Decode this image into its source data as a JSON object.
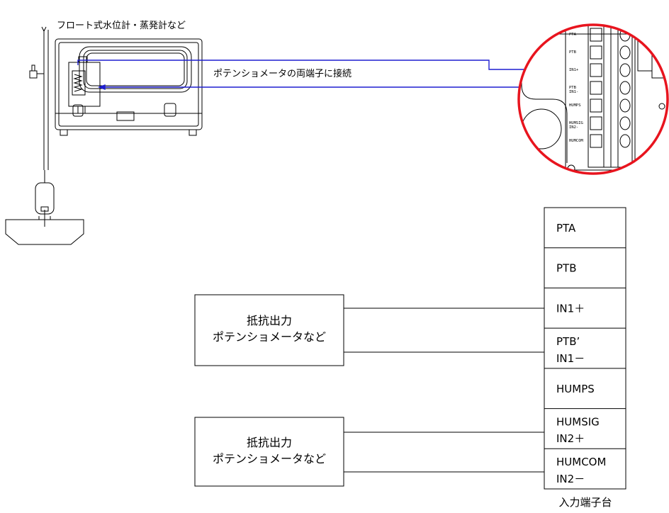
{
  "top": {
    "instrument_label": "フロート式水位計・蒸発計など",
    "connection_note": "ポテンショメータの両端子に接続"
  },
  "zoom": {
    "terminal_labels": [
      "PTA",
      "PTB",
      "IN1+",
      "PTB IN1-",
      "HUMPS",
      "HUMSIG IN2-",
      "HUMCOM"
    ]
  },
  "terminal_block": {
    "rows": [
      {
        "line1": "PTA",
        "line2": ""
      },
      {
        "line1": "PTB",
        "line2": ""
      },
      {
        "line1": "IN1＋",
        "line2": ""
      },
      {
        "line1": "PTB’",
        "line2": "IN1－"
      },
      {
        "line1": "HUMPS",
        "line2": ""
      },
      {
        "line1": "HUMSIG",
        "line2": "IN2＋"
      },
      {
        "line1": "HUMCOM",
        "line2": "IN2－"
      }
    ],
    "caption": "入力端子台"
  },
  "devices": [
    {
      "line1": "抵抗出力",
      "line2": "ポテンショメータなど"
    },
    {
      "line1": "抵抗出力",
      "line2": "ポテンショメータなど"
    }
  ],
  "colors": {
    "wire_blue": "#1f1fd0",
    "zoom_circle": "#e8141e",
    "line": "#000000"
  }
}
